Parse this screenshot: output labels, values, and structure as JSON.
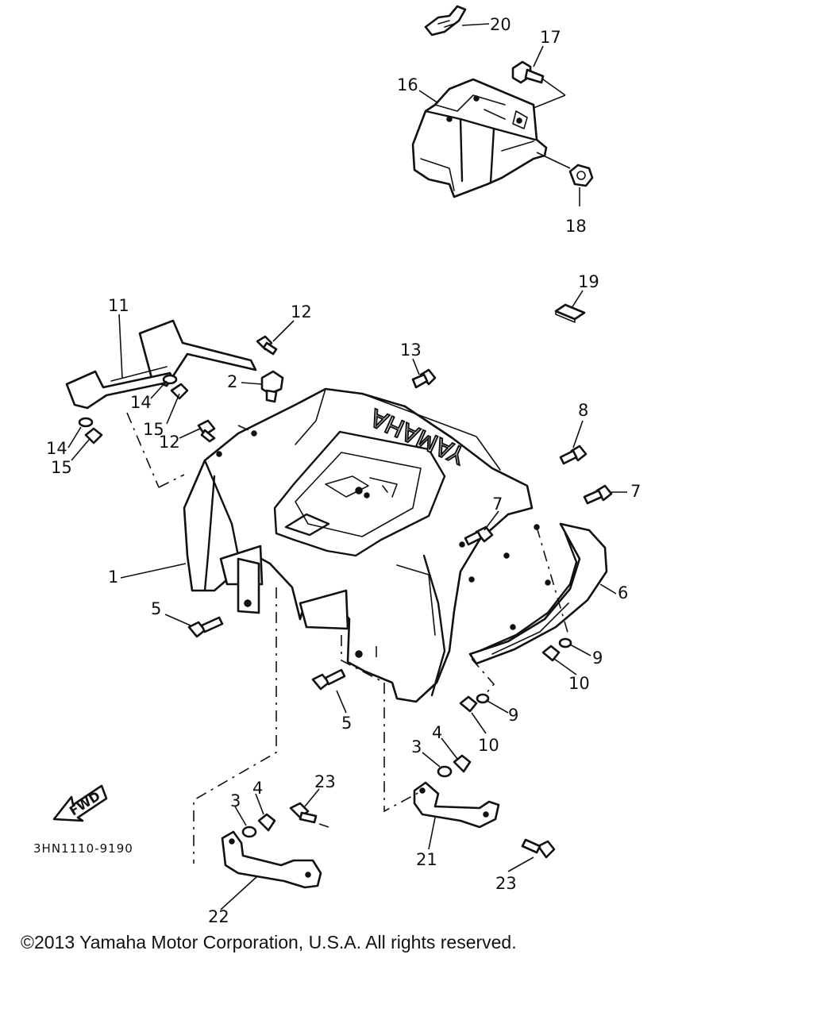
{
  "diagram_code": "3HN1110-9190",
  "copyright": "©2013 Yamaha Motor Corporation, U.S.A. All rights reserved.",
  "fender_lettering": "YAMAHA",
  "fwd_label": "FWD",
  "callouts": {
    "c1": "1",
    "c2": "2",
    "c3a": "3",
    "c3b": "3",
    "c4a": "4",
    "c4b": "4",
    "c5a": "5",
    "c5b": "5",
    "c6": "6",
    "c7a": "7",
    "c7b": "7",
    "c8": "8",
    "c9a": "9",
    "c9b": "9",
    "c10a": "10",
    "c10b": "10",
    "c11": "11",
    "c12a": "12",
    "c12b": "12",
    "c13": "13",
    "c14a": "14",
    "c14b": "14",
    "c15a": "15",
    "c15b": "15",
    "c16": "16",
    "c17": "17",
    "c18": "18",
    "c19": "19",
    "c20": "20",
    "c21": "21",
    "c22": "22",
    "c23a": "23",
    "c23b": "23"
  }
}
